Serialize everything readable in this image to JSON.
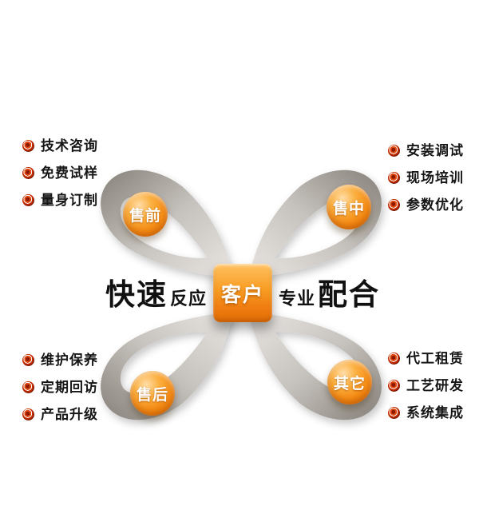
{
  "center": {
    "phrase_left_big": "快速",
    "phrase_left_small": "反应",
    "box_label": "客户",
    "phrase_right_small": "专业",
    "phrase_right_big": "配合"
  },
  "nodes": {
    "pre_sale": "售前",
    "mid_sale": "售中",
    "after_sale": "售后",
    "other": "其它"
  },
  "lists": {
    "top_left": [
      "技术咨询",
      "免费试样",
      "量身订制"
    ],
    "top_right": [
      "安装调试",
      "现场培训",
      "参数优化"
    ],
    "bottom_left": [
      "维护保养",
      "定期回访",
      "产品升级"
    ],
    "bottom_right": [
      "代工租赁",
      "工艺研发",
      "系统集成"
    ]
  },
  "colors": {
    "orange": "#f7941d",
    "orange_dark": "#d96a02",
    "ribbon_light": "#e9e6e3",
    "ribbon_dark": "#87817a",
    "bullet_red": "#c22b00",
    "text": "#111111",
    "background": "#ffffff"
  }
}
